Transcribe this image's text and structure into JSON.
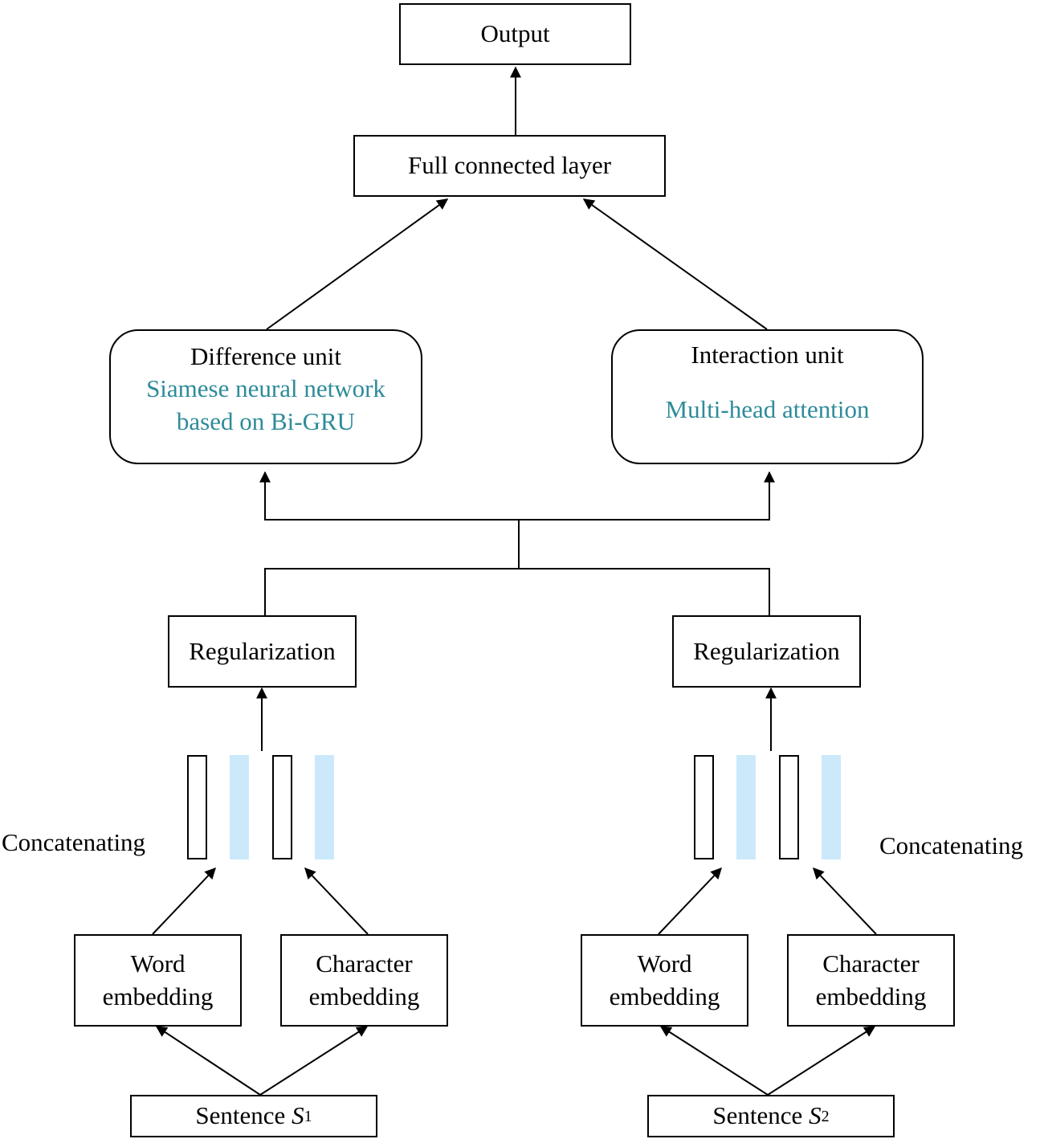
{
  "nodes": {
    "output": "Output",
    "fc_layer": "Full connected layer",
    "difference_unit": {
      "title": "Difference unit",
      "detail_line1": "Siamese neural network",
      "detail_line2": "based on Bi-GRU"
    },
    "interaction_unit": {
      "title": "Interaction unit",
      "detail": "Multi-head attention"
    },
    "regularization_left": "Regularization",
    "regularization_right": "Regularization",
    "concat_left": "Concatenating",
    "concat_right": "Concatenating",
    "word_embedding_left": {
      "line1": "Word",
      "line2": "embedding"
    },
    "char_embedding_left": {
      "line1": "Character",
      "line2": "embedding"
    },
    "word_embedding_right": {
      "line1": "Word",
      "line2": "embedding"
    },
    "char_embedding_right": {
      "line1": "Character",
      "line2": "embedding"
    },
    "sentence_left": {
      "prefix": "Sentence ",
      "var": "S",
      "sub": "1"
    },
    "sentence_right": {
      "prefix": "Sentence ",
      "var": "S",
      "sub": "2"
    }
  },
  "colors": {
    "accent_text": "#2e8b9a",
    "vector_fill": "#cce9fb",
    "stroke": "#000000"
  }
}
